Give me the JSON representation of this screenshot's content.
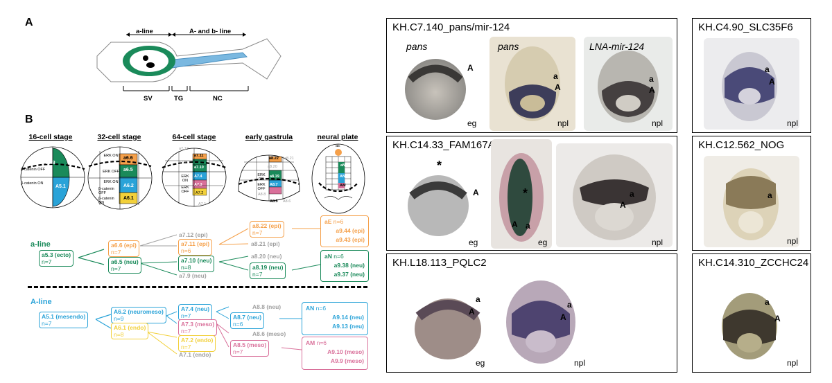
{
  "panel_a": {
    "letter": "A",
    "a_line": "a-line",
    "ab_line": "A- and b- line",
    "regions": [
      "SV",
      "TG",
      "NC"
    ]
  },
  "panel_b": {
    "letter": "B",
    "stages": [
      "16-cell stage",
      "32-cell stage",
      "64-cell stage",
      "early gastrula",
      "neural plate"
    ],
    "s16": {
      "a53": "a5.3",
      "a51": "A5.1",
      "bcat_off": "β-catenin OFF",
      "bcat_on": "β-catenin ON"
    },
    "s32": {
      "a66": "a6.6",
      "a65": "a6.5",
      "a62": "A6.2",
      "a61": "A6.1",
      "erk_on1": "ERK ON",
      "erk_off": "ERK OFF",
      "erk_on2": "ERK ON",
      "bcat_off": "β-catenin OFF",
      "bcat_on": "β-catenin ON"
    },
    "s64": {
      "a712": "a7.12",
      "a711": "a7.11",
      "a710": "a7.10",
      "a79": "a7.9",
      "a74": "A7.4",
      "a73": "A7.3",
      "a72": "A7.2",
      "a71": "A7.1",
      "erk_on": "ERK ON",
      "erk_off": "ERK OFF"
    },
    "gast": {
      "a822": "a8.22",
      "a821": "a8.21",
      "a820": "a8.20",
      "a819": "a8.19",
      "a87": "A8.7",
      "a88": "A8.8",
      "a85": "A8.5",
      "a86": "A8.6",
      "erk_on": "ERK ON",
      "erk_off": "ERK OFF"
    },
    "np": {
      "ae": "aE",
      "an": "aN",
      "an2": "AN",
      "am": "AM"
    }
  },
  "lineage": {
    "a_line_label": "a-line",
    "A_line_label": "A-line",
    "a": {
      "root": {
        "name": "a5.3 (ecto)",
        "n": "n=7"
      },
      "a66": {
        "name": "a6.6 (epi)",
        "n": "n=7"
      },
      "a65": {
        "name": "a6.5 (neu)",
        "n": "n=7"
      },
      "a712": "a7.12 (epi)",
      "a711": {
        "name": "a7.11 (epi)",
        "n": "n=6"
      },
      "a710": {
        "name": "a7.10 (neu)",
        "n": "n=8"
      },
      "a79": "a7.9 (neu)",
      "a822": {
        "name": "a8.22 (epi)",
        "n": "n=7"
      },
      "a821": "a8.21 (epi)",
      "a820": "a8.20 (neu)",
      "a819": {
        "name": "a8.19 (neu)",
        "n": "n=7"
      },
      "aE": {
        "head": "aE",
        "n": "n=6",
        "c1": "a9.44 (epi)",
        "c2": "a9.43 (epi)"
      },
      "aN": {
        "head": "aN",
        "n": "n=6",
        "c1": "a9.38 (neu)",
        "c2": "a9.37 (neu)"
      }
    },
    "A": {
      "root": {
        "name": "A5.1 (mesendo)",
        "n": "n=7"
      },
      "a62": {
        "name": "A6.2 (neuromeso)",
        "n": "n=9"
      },
      "a61": {
        "name": "A6.1 (endo)",
        "n": "n=8"
      },
      "a74": {
        "name": "A7.4 (neu)",
        "n": "n=7"
      },
      "a73": {
        "name": "A7.3 (meso)",
        "n": "n=7"
      },
      "a72": {
        "name": "A7.2 (endo)",
        "n": "n=7"
      },
      "a71": "A7.1 (endo)",
      "a88": "A8.8 (neu)",
      "a87": {
        "name": "A8.7 (neu)",
        "n": "n=6"
      },
      "a86": "A8.6 (meso)",
      "a85": {
        "name": "A8.5 (meso)",
        "n": "n=7"
      },
      "AN": {
        "head": "AN",
        "n": "n=6",
        "c1": "A9.14 (neu)",
        "c2": "A9.13 (neu)"
      },
      "AM": {
        "head": "AM",
        "n": "n=6",
        "c1": "A9.10 (meso)",
        "c2": "A9.9 (meso)"
      }
    }
  },
  "boxes": {
    "b1": {
      "title": "KH.C7.140_pans/mir-124",
      "t1": "pans",
      "t2": "pans",
      "t3": "LNA-mir-124",
      "s1": "eg",
      "s2": "npl",
      "s3": "npl"
    },
    "b2": {
      "title": "KH.C4.90_SLC35F6",
      "s1": "npl"
    },
    "b3": {
      "title": "KH.C14.33_FAM167A",
      "s1": "eg",
      "s2": "eg",
      "s3": "npl"
    },
    "b4": {
      "title": "KH.C12.562_NOG",
      "s1": "npl"
    },
    "b5": {
      "title": "KH.L18.113_PQLC2",
      "s1": "eg",
      "s2": "npl"
    },
    "b6": {
      "title": "KH.C14.310_ZCCHC24",
      "s1": "npl"
    },
    "marks": {
      "A": "A",
      "a": "a",
      "star": "*"
    }
  },
  "colors": {
    "green": "#1a8a5a",
    "blue": "#2aa3d8",
    "orange": "#f5a04a",
    "pink": "#d9709a",
    "yellow": "#f2d03a",
    "grey": "#a0a0a0"
  }
}
